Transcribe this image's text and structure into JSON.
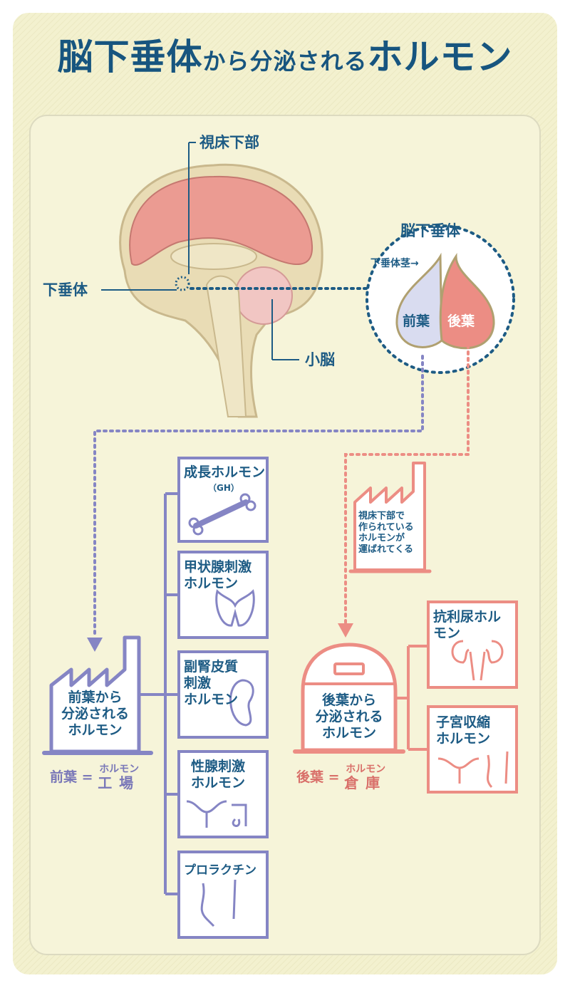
{
  "title": {
    "main1": "脳下垂体",
    "middle": "から分泌される",
    "main2": "ホルモン"
  },
  "brain": {
    "hypothalamus": "視床下部",
    "pituitary": "下垂体",
    "cerebellum": "小脳"
  },
  "pituitary_detail": {
    "title": "脳下垂体",
    "stalk": "下垂体茎→",
    "anterior": "前葉",
    "posterior": "後葉"
  },
  "anterior": {
    "factory_label": "前葉から\n分泌される\nホルモン",
    "equation": {
      "left": "前葉",
      "eq": "=",
      "top": "ホルモン",
      "bottom": "工場"
    },
    "hormones": [
      {
        "name": "成長ホルモン",
        "sub": "（GH）",
        "icon": "bone-icon"
      },
      {
        "name": "甲状腺刺激\nホルモン",
        "icon": "thyroid-icon"
      },
      {
        "name": "副腎皮質\n刺激\nホルモン",
        "icon": "kidney-icon"
      },
      {
        "name": "性腺刺激\nホルモン",
        "icon": "gonad-icon"
      },
      {
        "name": "プロラクチン",
        "icon": "breast-icon"
      }
    ]
  },
  "posterior": {
    "factory_note": "視床下部で\n作られている\nホルモンが\n運ばれてくる",
    "warehouse_label": "後葉から\n分泌される\nホルモン",
    "equation": {
      "left": "後葉",
      "eq": "=",
      "top": "ホルモン",
      "bottom": "倉庫"
    },
    "hormones": [
      {
        "name": "抗利尿ホル\nモン",
        "icon": "kidney-pair-icon"
      },
      {
        "name": "子宮収縮\nホルモン",
        "icon": "uterus-breast-icon"
      }
    ]
  },
  "colors": {
    "anterior": "#8585c4",
    "posterior": "#ec8d84",
    "text": "#1d5b84",
    "bg": "#f3f1cf"
  }
}
